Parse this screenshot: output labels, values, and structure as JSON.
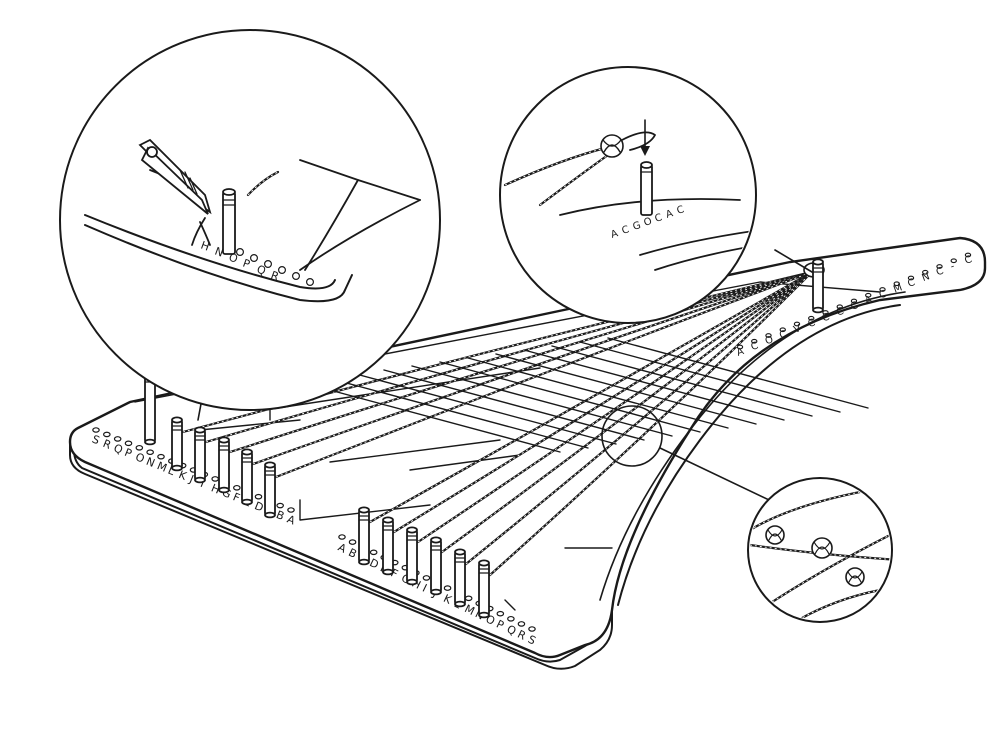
{
  "labels": {
    "left_edge": [
      "S",
      "R",
      "Q",
      "P",
      "O",
      "N",
      "M",
      "L",
      "K",
      "J",
      "I",
      "H",
      "G",
      "F",
      "E",
      "D",
      "C",
      "B",
      "A"
    ],
    "front_edge": [
      "A",
      "B",
      "C",
      "D",
      "E",
      "F",
      "G",
      "H",
      "I",
      "J",
      "K",
      "L",
      "M",
      "N",
      "O",
      "P",
      "Q",
      "R",
      "S"
    ],
    "arm_edge": [
      "A",
      "C",
      "O",
      "C",
      "V",
      "C",
      "C",
      "C",
      "C",
      "A",
      "C",
      "M",
      "C",
      "N",
      "C",
      "-",
      "C"
    ],
    "zoom_left": [
      "H",
      "N",
      "O",
      "P",
      "Q",
      "R"
    ],
    "zoom_right": [
      "A",
      "C",
      "G",
      "O",
      "C",
      "A",
      "C"
    ]
  },
  "icons": {
    "pin_tool": "needle-nose-pliers-icon",
    "knot": "overhand-knot-icon"
  },
  "colors": {
    "ink": "#1a1a1a",
    "paper": "#ffffff"
  }
}
